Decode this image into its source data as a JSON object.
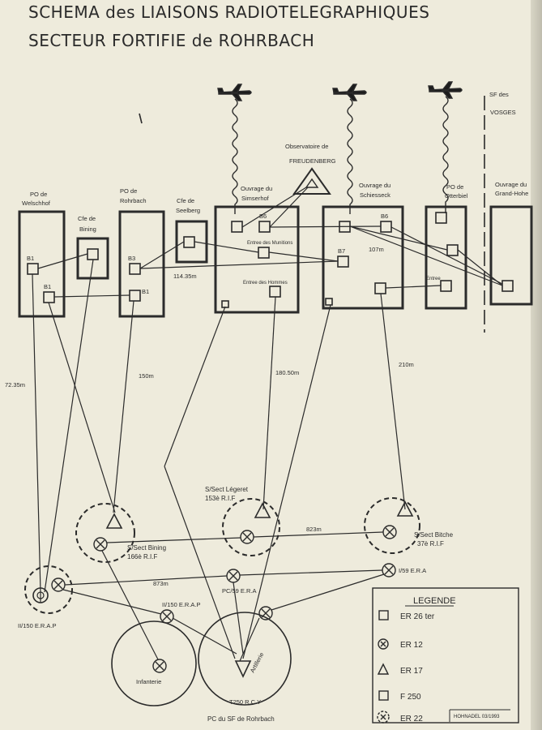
{
  "header": {
    "title_line1": "SCHEMA des LIAISONS RADIOTELEGRAPHIQUES",
    "title_line2": "SECTEUR FORTIFIE de ROHRBACH"
  },
  "sf_vosges": {
    "line1": "SF des",
    "line2": "VOSGES"
  },
  "observatory": {
    "line1": "Observatoire de",
    "line2": "FREUDENBERG"
  },
  "units": {
    "po_welschhof": {
      "line1": "PO de",
      "line2": "Welschhof"
    },
    "cfe_binning": {
      "line1": "Cfe de",
      "line2": "Bining"
    },
    "po_rohrbach": {
      "line1": "PO de",
      "line2": "Rohrbach"
    },
    "cfe_seelberg": {
      "line1": "Cfe de",
      "line2": "Seelberg"
    },
    "ouvrage_simserhof": {
      "line1": "Ouvrage du",
      "line2": "Simserhof"
    },
    "ouvrage_schiesseck": {
      "line1": "Ouvrage du",
      "line2": "Schiesseck"
    },
    "po_otterbiel": {
      "line1": "PO de",
      "line2": "Otterbiel"
    },
    "ouvrage_grand_hohekirkel": {
      "line1": "Ouvrage du",
      "line2": "Grand-Hohe"
    }
  },
  "box_labels": {
    "b1_a": "B1",
    "b1_b": "B1",
    "b3": "B3",
    "b1_c": "B1",
    "b6_a": "B6",
    "b6_b": "B6",
    "b7": "B7",
    "entree_munitions": "Entree des Munitions",
    "entree_hommes": "Entree des Hommes",
    "entree": "Entree"
  },
  "distances": {
    "d_114": "114.35m",
    "d_107": "107m",
    "d_7235": "72.35m",
    "d_150": "150m",
    "d_18050": "180.50m",
    "d_210": "210m",
    "d_823": "823m",
    "d_873": "873m"
  },
  "subsectors": {
    "leyviller": {
      "line1": "S/Sect Légeret",
      "line2": "153è R.I.F"
    },
    "binning": {
      "line1": "S/Sect Bining",
      "line2": "166è R.I.F"
    },
    "bitche": {
      "line1": "S/Sect Bitche",
      "line2": "37è R.I.F"
    }
  },
  "posts": {
    "era_59": "I/59 E.R.A",
    "pc_59era": "PC/59 E.R.A",
    "era_150_a": "II/150 E.R.A.P",
    "era_150_b": "II/150 E.R.A.P",
    "infanterie": "Infanterie",
    "artillerie": "Artillerie",
    "rcy": "T250 R.C.Y",
    "pc_sf": "PC du SF de Rohrbach"
  },
  "legend": {
    "title": "LEGENDE",
    "items": [
      {
        "symbol": "square",
        "label": "ER 26 ter"
      },
      {
        "symbol": "circle-x",
        "label": "ER 12"
      },
      {
        "symbol": "triangle",
        "label": "ER 17"
      },
      {
        "symbol": "square-small",
        "label": "F 250"
      },
      {
        "symbol": "circle-dashed-x",
        "label": "ER 22"
      }
    ]
  },
  "credit": "HOHNADEL 03/1993",
  "colors": {
    "ink": "#2b2b2b",
    "board": "#eeebdc"
  }
}
